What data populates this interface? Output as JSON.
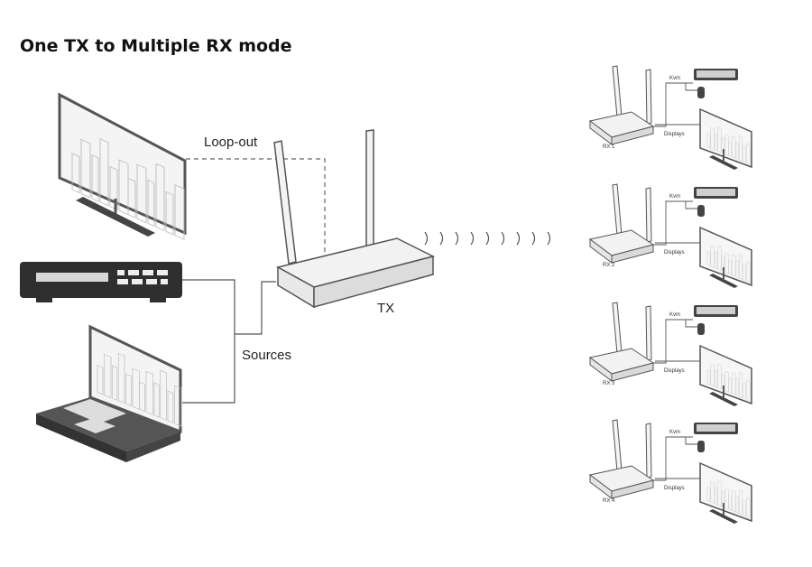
{
  "title": "One TX to Multiple RX mode",
  "labels": {
    "loop_out": "Loop-out",
    "tx": "TX",
    "sources": "Sources"
  },
  "receivers": [
    {
      "name": "RX 1",
      "kvm": "Kvm",
      "displays": "Displays"
    },
    {
      "name": "RX 2",
      "kvm": "Kvm",
      "displays": "Displays"
    },
    {
      "name": "RX 3",
      "kvm": "Kvm",
      "displays": "Displays"
    },
    {
      "name": "RX 4",
      "kvm": "Kvm",
      "displays": "Displays"
    }
  ],
  "colors": {
    "line": "#555555",
    "device_dark": "#2f2f2f",
    "device_light": "#f2f2f2"
  }
}
